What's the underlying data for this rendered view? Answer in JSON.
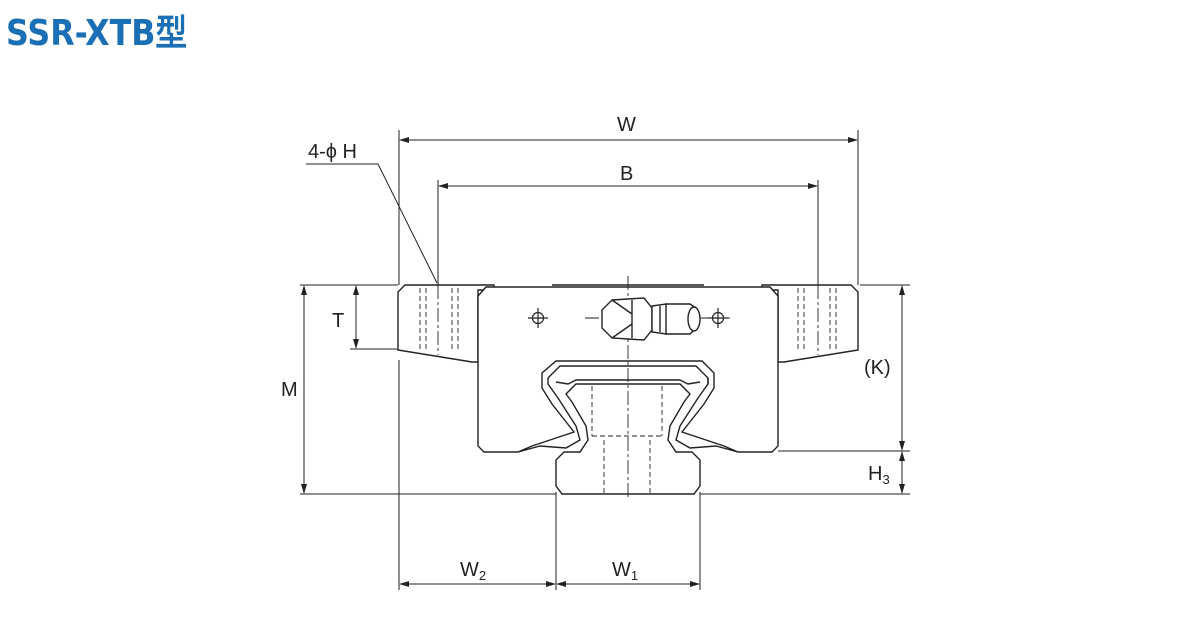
{
  "title": "SSR-XTB型",
  "labels": {
    "hole": "4-ϕ H",
    "W": "W",
    "B": "B",
    "T": "T",
    "M": "M",
    "K": "(K)",
    "H3_main": "H",
    "H3_sub": "3",
    "W2_main": "W",
    "W2_sub": "2",
    "W1_main": "W",
    "W1_sub": "1"
  }
}
